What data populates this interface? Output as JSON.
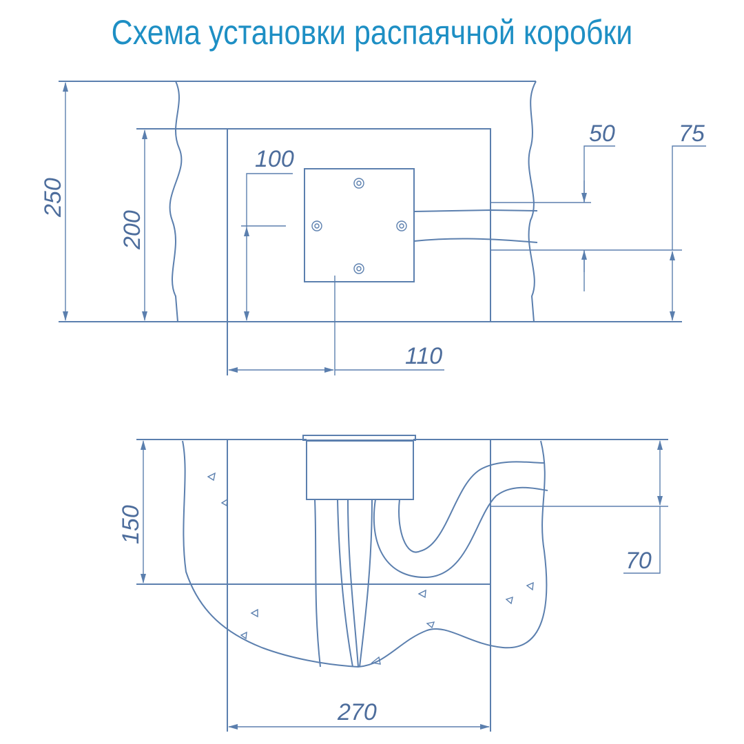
{
  "title": "Схема установки распаячной коробки",
  "colors": {
    "title": "#1e8fc4",
    "lines": "#5b7fae"
  },
  "top_view": {
    "dims": {
      "height_total": "250",
      "niche_height": "200",
      "box_center_height": "100",
      "pipe_width": "50",
      "pipe_height": "75",
      "box_center_offset": "110"
    }
  },
  "section_view": {
    "dims": {
      "niche_depth": "150",
      "pipe_depth": "70",
      "niche_width": "270"
    }
  }
}
